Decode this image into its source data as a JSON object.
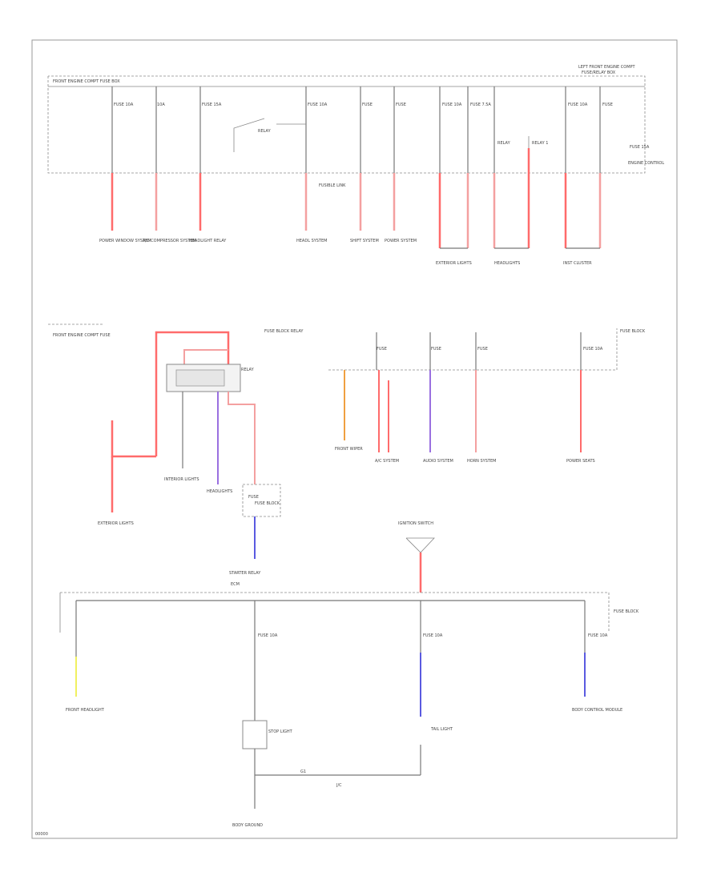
{
  "header": {
    "corner_label": "LEFT FRONT ENGINE COMPT",
    "corner_label2": "FUSE/RELAY BOX"
  },
  "footer": {
    "ref_code": "00000"
  },
  "top_section": {
    "box_label": "FRONT ENGINE COMPT FUSE BOX",
    "fuses": [
      "FUSE 10A",
      "10A",
      "FUSE 15A",
      "RELAY",
      "FUSE 10A",
      "FUSE",
      "FUSE",
      "FUSE 10A",
      "FUSE 7.5A",
      "RELAY",
      "RELAY 1",
      "FUSE 10A",
      "FUSE",
      "FUSE 15A"
    ],
    "loads": [
      "POWER WINDOW SYSTEM",
      "A/C COMPRESSOR SYSTEM",
      "HEADLIGHT RELAY",
      "HEADL SYSTEM",
      "SHIFT SYSTEM",
      "POWER SYSTEM",
      "EXTERIOR LIGHTS",
      "HEADLIGHTS",
      "INST CLUSTER",
      "ENGINE CONTROL"
    ],
    "wire_label": "FUSIBLE LINK"
  },
  "middle_section": {
    "left_box_label": "FRONT ENGINE COMPT FUSE",
    "relay_label": "RELAY",
    "relay_box_label": "FUSE BLOCK RELAY",
    "left_loads": [
      "EXTERIOR LIGHTS",
      "HEADLIGHTS",
      "INTERIOR LIGHTS",
      "FUSE"
    ],
    "right_box_label": "FUSE BLOCK",
    "right_fuses": [
      "FUSE",
      "FUSE",
      "FUSE",
      "FUSE 10A"
    ],
    "right_loads": [
      "FRONT WIPER",
      "A/C SYSTEM",
      "AUDIO SYSTEM",
      "HORN SYSTEM",
      "POWER SEATS"
    ],
    "small_box_label": "FUSE BLOCK"
  },
  "bottom_section": {
    "top_label": "IGNITION SWITCH",
    "connector_label": "STARTER RELAY",
    "bus_label": "ECM",
    "box_label": "FUSE BLOCK",
    "fuses": [
      "FUSE 10A",
      "FUSE 10A",
      "FUSE 10A"
    ],
    "loads": [
      "FRONT HEADLIGHT",
      "STOP LIGHT",
      "TAIL LIGHT",
      "BODY CONTROL MODULE"
    ],
    "ground_label": "G1",
    "bottom_load": "BODY GROUND",
    "junction_label": "J/C"
  },
  "colors": {
    "red": "#ff6b6b",
    "pink": "#f4a0a0",
    "orange": "#f0a040",
    "purple": "#9a70e0",
    "blue": "#5a5ae0",
    "yellow": "#f0f060",
    "gray": "#888888"
  }
}
